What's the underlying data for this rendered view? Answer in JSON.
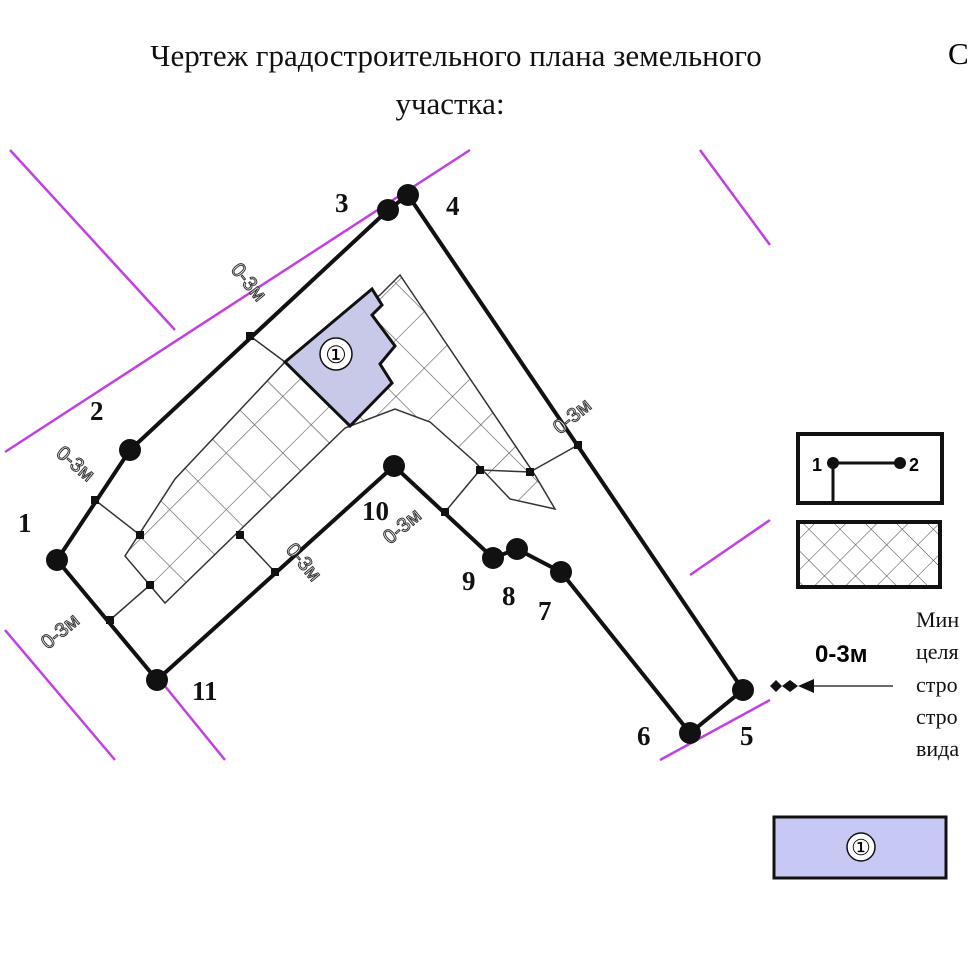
{
  "title": {
    "line1": "Чертеж градостроительного плана земельного",
    "line2": "участка:",
    "right_fragment": "С"
  },
  "points": [
    {
      "label": "1"
    },
    {
      "label": "2"
    },
    {
      "label": "3"
    },
    {
      "label": "4"
    },
    {
      "label": "5"
    },
    {
      "label": "6"
    },
    {
      "label": "7"
    },
    {
      "label": "8"
    },
    {
      "label": "9"
    },
    {
      "label": "10"
    },
    {
      "label": "11"
    }
  ],
  "setback_label": "0-3м",
  "building_label": "①",
  "legend": {
    "boundary_point_1": "1",
    "boundary_point_2": "2",
    "setback_value": "0-3м",
    "setback_text": [
      "Мин",
      "целя",
      "стро",
      "стро",
      "вида"
    ],
    "building_label": "①"
  },
  "colors": {
    "boundary_lines": "#c040e0",
    "building_fill": "#c8c8e8",
    "legend_building_fill": "#c8c8f4"
  }
}
